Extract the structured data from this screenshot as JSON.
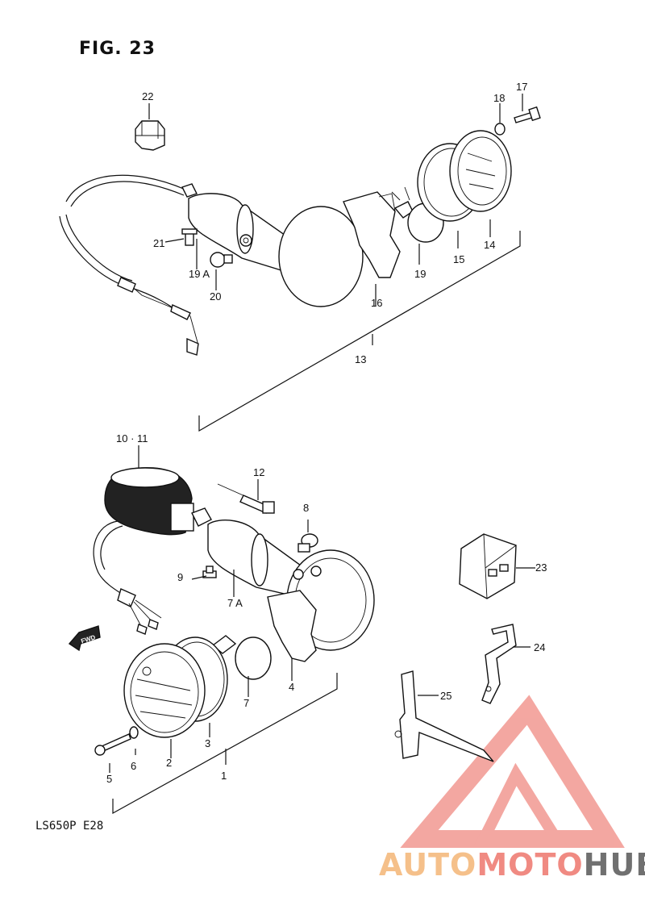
{
  "figure": {
    "title": "FIG. 23",
    "model_code": "LS650P  E28"
  },
  "callouts": {
    "c1": "1",
    "c2": "2",
    "c3": "3",
    "c4": "4",
    "c5": "5",
    "c6": "6",
    "c7": "7",
    "c7a": "7 A",
    "c8": "8",
    "c9": "9",
    "c10_11": "10 · 11",
    "c12": "12",
    "c13": "13",
    "c14": "14",
    "c15": "15",
    "c16": "16",
    "c17": "17",
    "c18": "18",
    "c19": "19",
    "c19a": "19 A",
    "c20": "20",
    "c21": "21",
    "c22": "22",
    "c23": "23",
    "c24": "24",
    "c25": "25"
  },
  "direction_label": "FWD",
  "watermark": {
    "part1": "AUTO",
    "part2": "MOTO",
    "part3": "HUB",
    "color1": "#f5c08a",
    "color2": "#f08a82",
    "color3": "#707070"
  }
}
